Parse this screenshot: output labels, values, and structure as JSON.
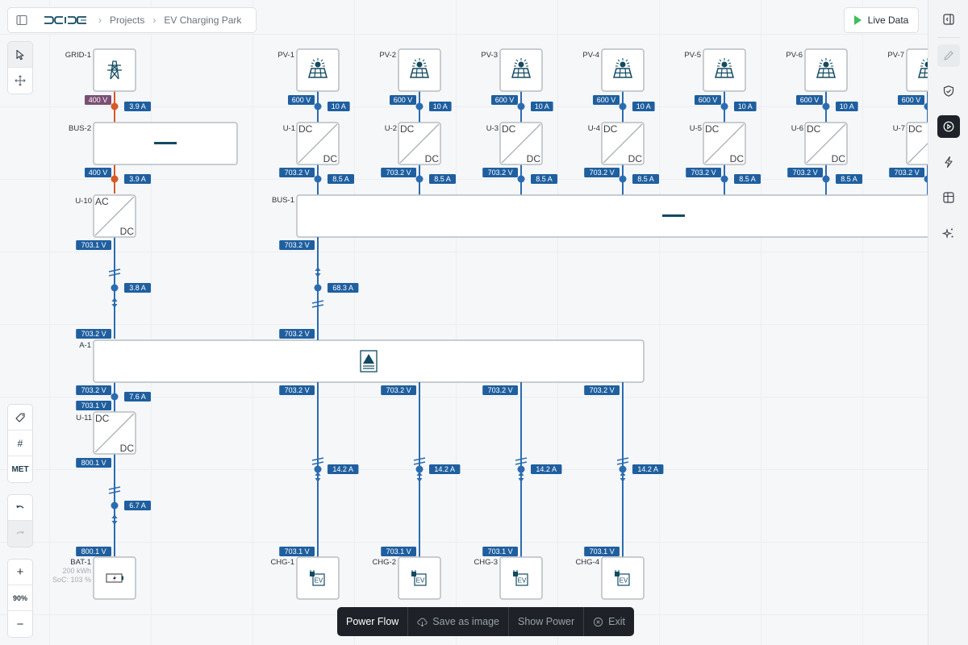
{
  "header": {
    "breadcrumb": [
      "Projects",
      "EV Charging Park"
    ],
    "live_data_label": "Live Data"
  },
  "colors": {
    "line_dc": "#2b6cb0",
    "line_ac": "#d65a27",
    "tag_blue": "#1f5f9f",
    "tag_voltage_ac": "#7b4f73",
    "icon_teal": "#134b61",
    "box_border": "#b8bdc2"
  },
  "left_toolbar": {
    "tools": [
      "select",
      "pan"
    ],
    "view": [
      "label-toggle",
      "grid-toggle",
      "MET"
    ],
    "history": [
      "undo",
      "redo"
    ],
    "zoom": {
      "in": "+",
      "level": "90%",
      "out": "−"
    }
  },
  "right_rail": {
    "items": [
      "collapse-panel",
      "edit",
      "validate",
      "simulate",
      "power",
      "table",
      "ai-assist"
    ],
    "active": "simulate"
  },
  "bottom_bar": {
    "items": [
      "Power Flow",
      "Save as image",
      "Show Power",
      "Exit"
    ]
  },
  "diagram": {
    "grid": {
      "name": "GRID-1",
      "v": "400 V",
      "i": "3.9 A"
    },
    "bus2": {
      "name": "BUS-2",
      "v_out": "400 V",
      "i_out": "3.9 A"
    },
    "u10": {
      "name": "U-10",
      "in": "AC",
      "out": "DC",
      "v_out": "703.1 V",
      "i": "3.8 A",
      "v_end": "703.2 V"
    },
    "pv": [
      {
        "name": "PV-1",
        "v": "600 V",
        "i": "10 A",
        "conv": "U-1",
        "v_out": "703.2 V",
        "i_out": "8.5 A"
      },
      {
        "name": "PV-2",
        "v": "600 V",
        "i": "10 A",
        "conv": "U-2",
        "v_out": "703.2 V",
        "i_out": "8.5 A"
      },
      {
        "name": "PV-3",
        "v": "600 V",
        "i": "10 A",
        "conv": "U-3",
        "v_out": "703.2 V",
        "i_out": "8.5 A"
      },
      {
        "name": "PV-4",
        "v": "600 V",
        "i": "10 A",
        "conv": "U-4",
        "v_out": "703.2 V",
        "i_out": "8.5 A"
      },
      {
        "name": "PV-5",
        "v": "600 V",
        "i": "10 A",
        "conv": "U-5",
        "v_out": "703.2 V",
        "i_out": "8.5 A"
      },
      {
        "name": "PV-6",
        "v": "600 V",
        "i": "10 A",
        "conv": "U-6",
        "v_out": "703.2 V",
        "i_out": "8.5 A"
      },
      {
        "name": "PV-7",
        "v": "600 V",
        "i": "",
        "conv": "U-7",
        "v_out": "703.2 V",
        "i_out": ""
      }
    ],
    "conv_labels": {
      "in": "DC",
      "out": "DC"
    },
    "bus1": {
      "name": "BUS-1",
      "v_out": "703.2 V",
      "i": "68.3 A",
      "v_end": "703.2 V"
    },
    "a1": {
      "name": "A-1"
    },
    "u11": {
      "name": "U-11",
      "v_in_top": "703.2 V",
      "i_in": "7.6 A",
      "v_in": "703.1 V",
      "in": "DC",
      "out": "DC",
      "v_out": "800.1 V",
      "i": "6.7 A",
      "v_end": "800.1 V"
    },
    "battery": {
      "name": "BAT-1",
      "capacity": "200 kWh",
      "soc": "SoC: 103 %"
    },
    "chargers": [
      {
        "name": "CHG-1",
        "v_top": "703.2 V",
        "i": "14.2 A",
        "v_end": "703.1 V",
        "label": "EV"
      },
      {
        "name": "CHG-2",
        "v_top": "703.2 V",
        "i": "14.2 A",
        "v_end": "703.1 V",
        "label": "EV"
      },
      {
        "name": "CHG-3",
        "v_top": "703.2 V",
        "i": "14.2 A",
        "v_end": "703.1 V",
        "label": "EV"
      },
      {
        "name": "CHG-4",
        "v_top": "703.2 V",
        "i": "14.2 A",
        "v_end": "703.1 V",
        "label": "EV"
      }
    ]
  }
}
